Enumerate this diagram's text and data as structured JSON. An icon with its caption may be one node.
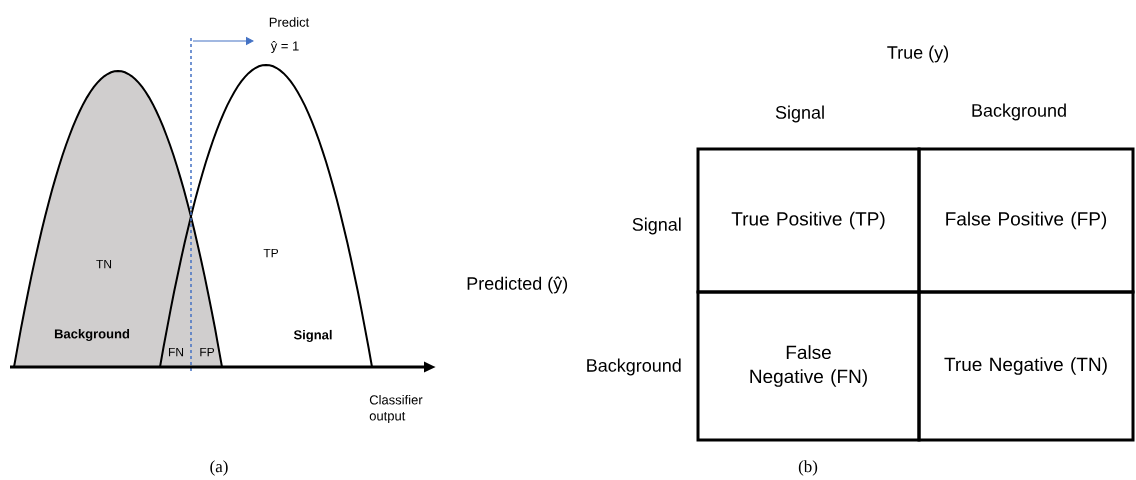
{
  "diagram": {
    "nodes": [
      {
        "text": [
          "True Positive (TP)"
        ]
      },
      {
        "text": [
          "False Positive (FP)"
        ]
      },
      {
        "text": [
          "False Negative (FN)"
        ]
      },
      {
        "text": [
          "True Negative (TN)"
        ]
      }
    ],
    "labels": [
      "Predict",
      "ŷ = 1",
      "TN",
      "TP",
      "Background",
      "Signal",
      "FN",
      "FP",
      "Classifier output",
      "(a)",
      "True (y)",
      "Signal",
      "Background",
      "Signal",
      "Predicted (ŷ)",
      "Background",
      "(b)"
    ]
  }
}
